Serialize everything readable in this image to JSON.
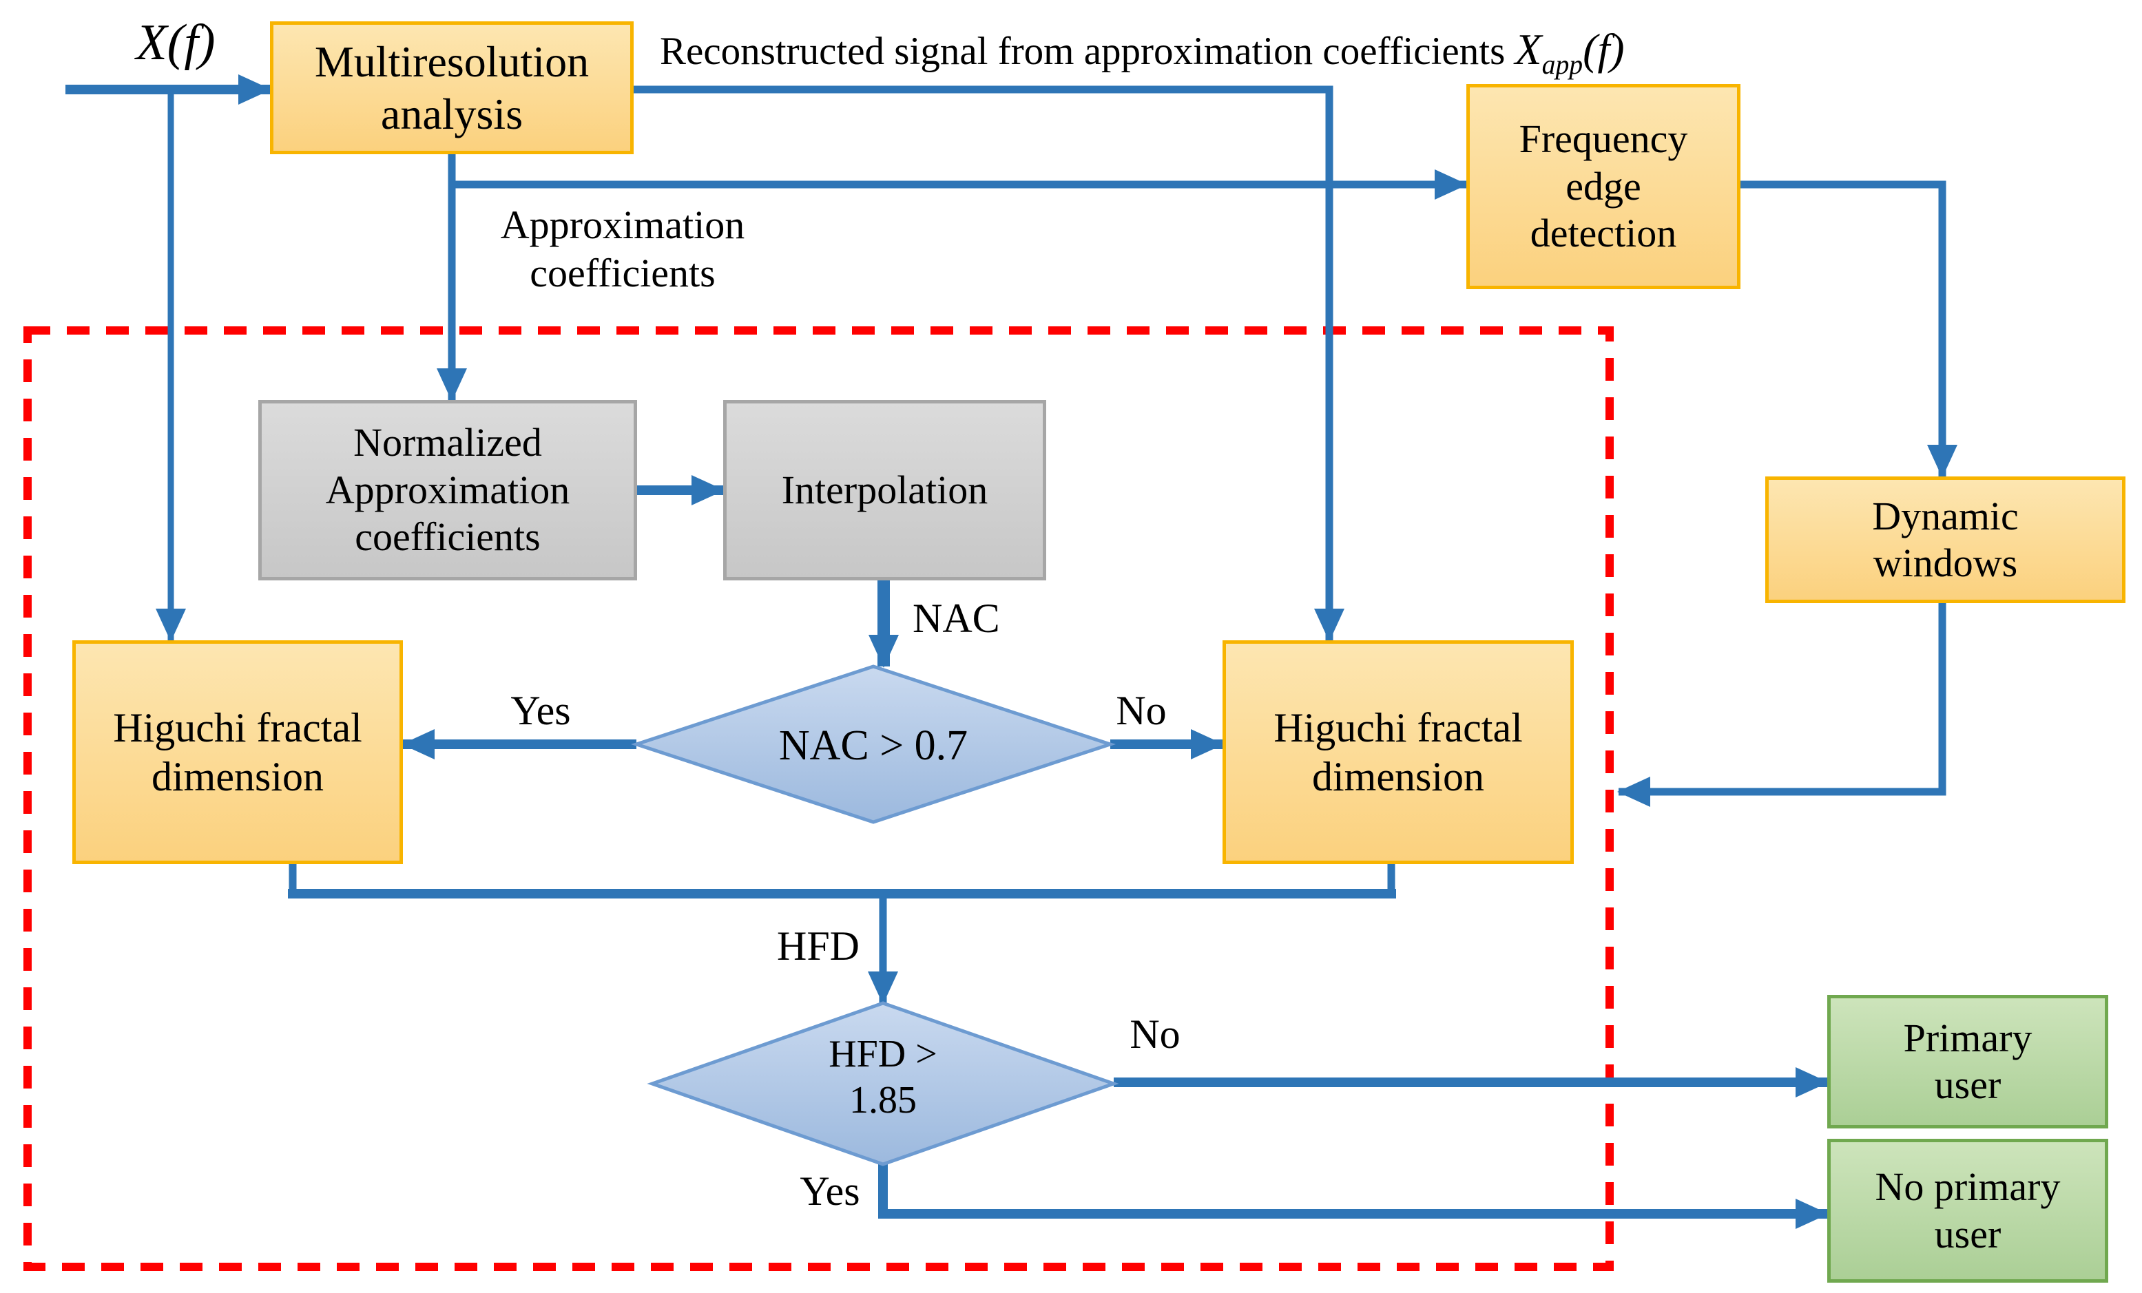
{
  "title": "Spectrum sensing flowchart",
  "colors": {
    "connector_blue": "#2E75B6",
    "boundary_red": "#FF0000",
    "process_fill": "#FBD993",
    "process_border": "#F8B400",
    "data_fill": "#D2D2D2",
    "data_border": "#A6A6A6",
    "decision_fill": "#AFC8E6",
    "decision_border": "#6D9BD1",
    "result_fill": "#B8D6A6",
    "result_border": "#70A84F",
    "text": "#000000"
  },
  "input_label": {
    "var": "X",
    "arg": "(f)"
  },
  "top_annotation": {
    "text": "Reconstructed signal from approximation coefficients",
    "var": "X",
    "sub": "app",
    "arg": "(f)"
  },
  "nodes": {
    "multiresolution": {
      "label": "Multiresolution\nanalysis"
    },
    "frequency_edge": {
      "label": "Frequency\nedge\ndetection"
    },
    "normalized_approx": {
      "label": "Normalized\nApproximation\ncoefficients"
    },
    "interpolation": {
      "label": "Interpolation"
    },
    "dynamic_windows": {
      "label": "Dynamic\nwindows"
    },
    "higuchi_left": {
      "label": "Higuchi fractal\ndimension"
    },
    "higuchi_right": {
      "label": "Higuchi fractal\ndimension"
    },
    "nac_decision": {
      "label": "NAC > 0.7"
    },
    "hfd_decision": {
      "label": "HFD >\n1.85"
    },
    "primary_user": {
      "label": "Primary\nuser"
    },
    "no_primary_user": {
      "label": "No primary\nuser"
    }
  },
  "edge_labels": {
    "approximation_coefficients": "Approximation\ncoefficients",
    "nac": "NAC",
    "hfd": "HFD",
    "nac_yes": "Yes",
    "nac_no": "No",
    "hfd_yes": "Yes",
    "hfd_no": "No"
  }
}
